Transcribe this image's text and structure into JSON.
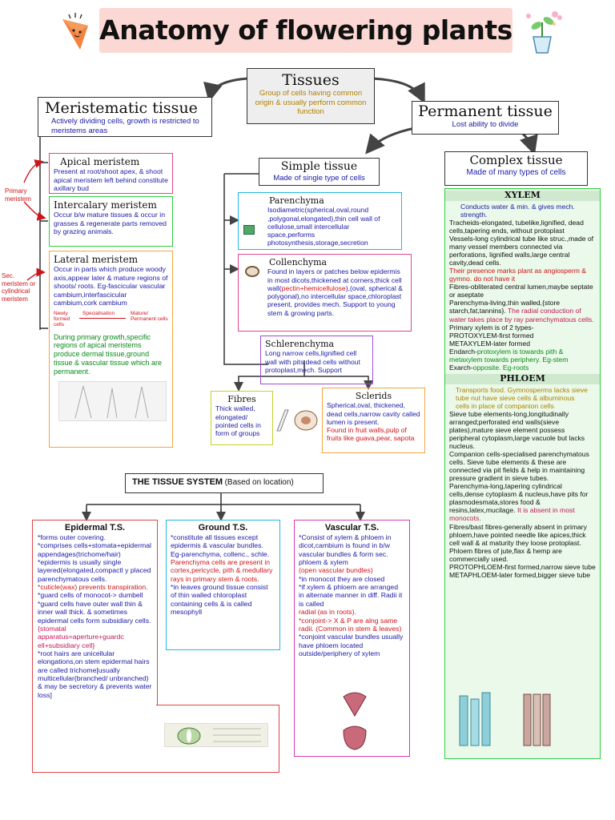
{
  "title": "Anatomy of flowering plants",
  "tissues": {
    "heading": "Tissues",
    "desc": "Group of cells having common origin & usually perform common function"
  },
  "meristematic": {
    "heading": "Meristematic tissue",
    "desc": "Actively dividing cells, growth is restricted to meristems areas"
  },
  "permanent": {
    "heading": "Permanent tissue",
    "desc": "Lost ability to divide"
  },
  "side_labels": {
    "primary": "Primary meristem",
    "secondary": "Sec. meristem or cylindrical meristem"
  },
  "apical": {
    "heading": "Apical meristem",
    "desc": "Present at root/shoot apex, & shoot apical meristem left behind constitute axillary bud"
  },
  "intercalary": {
    "heading": "Intercalary meristem",
    "desc": "Occur b/w mature tissues & occur in grasses & regenerate parts removed by grazing animals."
  },
  "lateral": {
    "heading": "Lateral meristem",
    "desc": "Occur in parts which produce woody axis,appear later & mature regions of shoots/ roots. Eg-fascicular vascular cambium,interfascicular cambium,cork cambium",
    "flow_left": "Newly formed cells",
    "flow_mid": "Specialisation",
    "flow_right": "Mature/ Permanent cells",
    "note": "During primary growth,specific regions of apical meristems produce dermal tissue,ground tissue & vascular tissue which are permanent."
  },
  "simple": {
    "heading": "Simple tissue",
    "desc": "Made of single type of cells"
  },
  "complex": {
    "heading": "Complex tissue",
    "desc": "Made of many types of cells"
  },
  "parenchyma": {
    "heading": "Parenchyma",
    "desc": "Isodiametric(spherical,oval,round ,polygonal,elongated),thin cell wall of cellulose,small intercellular space,performs photosynthesis,storage,secretion"
  },
  "collenchyma": {
    "heading": "Collenchyma",
    "desc_a": "Found in layers or patches below epidermis in most dicots,thickened at corners,thick cell wall(",
    "desc_red": "pectin+hemicellulose",
    "desc_b": "),(oval, spherical & polygonal),no intercellular space,chloroplast present, provides mech. Support to young stem & growing parts."
  },
  "sclerenchyma": {
    "heading": "Schlerenchyma",
    "desc": "Long narrow cells,lignified cell wall with pits,dead cells without protoplast,mech. Support"
  },
  "fibres": {
    "heading": "Fibres",
    "desc": "Thick walled, elongated/ pointed cells in form of groups"
  },
  "sclerids": {
    "heading": "Sclerids",
    "desc": "Spherical,oval, thickened, dead cells,narrow cavity called lumen is present.",
    "red": "Found in fruit walls,pulp of fruits like guava,pear, sapota"
  },
  "xylem": {
    "heading": "XYLEM",
    "intro": "Conducts water & min. & gives mech. strength.",
    "tracheids": "Tracheids-elongated, tubelike,lignified, dead cells,tapering ends, without protoplast",
    "vessels": "Vessels-long cylindrical tube like struc.,made of many vessel members connected via perforations, lignified walls,large central cavity,dead cells.",
    "vessels_red": "Their presence marks plant as angiosperm & gymno. do not have it",
    "fibres": "Fibres-obliterated central lumen,maybe septate or aseptate",
    "parenchyma": "Parenchyma-living,thin walled,{store starch,fat,tannins}.",
    "parenchyma_red": "The radial conduction of water takes place by ray parenchymatous cells.",
    "primary": "Primary xylem is of 2 types-",
    "protoxylem": "PROTOXYLEM-first formed",
    "metaxylem": "METAXYLEM-later formed",
    "endarch_a": "Endarch-",
    "endarch_b": "protoxylem is towards pith & metaxylem towards periphery. Eg-stem",
    "exarch_a": "Exarch-",
    "exarch_b": "opposite. Eg-roots"
  },
  "phloem": {
    "heading": "PHLOEM",
    "intro": "Transports food. Gymnosperms lacks sieve tube nut have sieve cells & albuminous cells in place of companion cells",
    "sieve": "Sieve tube elements-long,longitudinally arranged;perforated end walls(sieve plates),mature sieve element possess peripheral cytoplasm,large vacuole but lacks nucleus.",
    "companion": "Companion cells-specialised parenchymatous cells. Sieve tube elements & these are connected via pit fields & help in maintaining pressure gradient in sieve tubes.",
    "parenchyma": "Parenchyma-long,tapering cylindrical cells,dense cytoplasm & nucleus,have pits for plasmodesmata,stores food & resins,latex,mucilage.",
    "parenchyma_red": "It is absent in most monocots.",
    "fibres": "Fibres/bast fibres-generally absent in primary phloem,have pointed needle like apices,thick cell wall & at maturity they loose protoplast. Phloem fibres of jute,flax & hemp are commercially used.",
    "protophloem": "PROTOPHLOEM-first formed,narrow sieve tube",
    "metaphloem": "METAPHLOEM-later formed,bigger sieve tube"
  },
  "tissue_system": {
    "heading": "THE TISSUE SYSTEM",
    "note": "(Based on location)"
  },
  "epidermal": {
    "heading": "Epidermal T.S.",
    "lines": [
      {
        "t": "*forms outer covering.",
        "c": "b"
      },
      {
        "t": "*comprises cells+stomata+epidermal appendages(trichome/hair)",
        "c": "b"
      },
      {
        "t": "*epidermis is usually single layered(elongated,compactl y placed parenchymatous cells.",
        "c": "b"
      },
      {
        "t": "*cuticle(wax) prevents transpiration.",
        "c": "r"
      },
      {
        "t": "*guard cells of monocot-> dumbell",
        "c": "b"
      },
      {
        "t": "*guard cells have outer wall thin & inner wall thick. & sometimes epidermal cells form subsidiary cells.",
        "c": "b"
      },
      {
        "t": "{stomatal apparatus=aperture+guardc ell+subsidiary cell}",
        "c": "pink"
      },
      {
        "t": "*root hairs are unicellular elongations,on stem epidermal hairs are called trichome[usually multicellular(branched/ unbranched) & may be secretory & prevents water loss]",
        "c": "b"
      }
    ]
  },
  "ground": {
    "heading": "Ground T.S.",
    "a": "*constitute all tissues except epidermis & vascular bundles. Eg-parenchyma, collenc., schle.",
    "red": "Parenchyma cells are present in cortex,pericycle, pith & medullary rays in primary stem & roots.",
    "b": "*in leaves ground tissue consist of thin walled chloroplast containing cells & is called mesophyll"
  },
  "vascular": {
    "heading": "Vascular T.S.",
    "lines": [
      {
        "t": "*Consist of xylem & phloem in dicot,cambium is found in b/w vascular bundles & form sec. phloem & xylem",
        "c": "b"
      },
      {
        "t": "(open vascular bundles)",
        "c": "r"
      },
      {
        "t": "*in monocot they are closed",
        "c": "b"
      },
      {
        "t": "*if xylem & phloem are arranged in alternate manner in diff. Radii it is called",
        "c": "b"
      },
      {
        "t": "radial (as in roots).",
        "c": "r"
      },
      {
        "t": "*conjoint-> X & P are alng same radii. (Common in stem & leaves)",
        "c": "r"
      },
      {
        "t": "*conjoint vascular bundles usually have phloem located outside/periphery of xylem",
        "c": "b"
      }
    ]
  },
  "colors": {
    "blue_text": "#1a1aa8",
    "red_text": "#d0131a",
    "green_border": "#2ecc40",
    "pink_border": "#e0458c",
    "cyan_border": "#22b8e0",
    "orange_border": "#f3a541",
    "title_bg": "#fbd8d4"
  }
}
